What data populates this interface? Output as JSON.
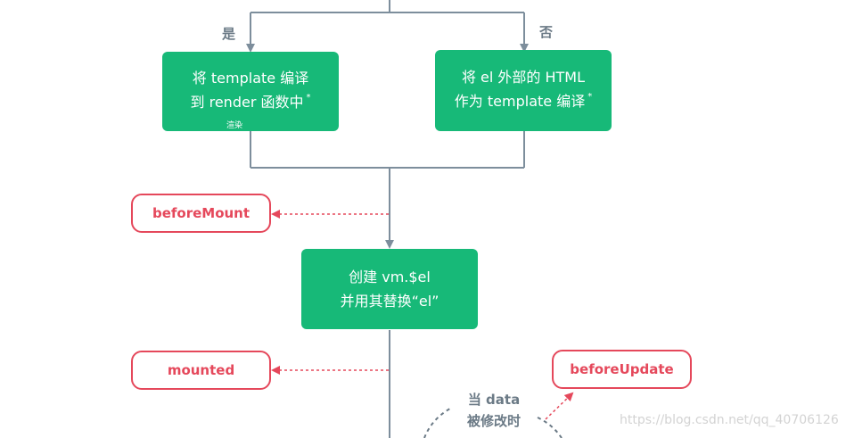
{
  "branches": {
    "yes": "是",
    "no": "否"
  },
  "nodes": {
    "compile_template": {
      "line1": "将 template 编译",
      "line2": "到 render 函数中",
      "star": "*",
      "note": "渲染"
    },
    "compile_outer_html": {
      "line1": "将 el 外部的 HTML",
      "line2": "作为 template 编译",
      "star": "*"
    },
    "create_el": {
      "line1": "创建  vm.$el",
      "line2": "并用其替换“el”"
    }
  },
  "hooks": {
    "before_mount": "beforeMount",
    "mounted": "mounted",
    "before_update": "beforeUpdate"
  },
  "condition": {
    "line1": "当 data",
    "line2": "被修改时"
  },
  "watermark": "https://blog.csdn.net/qq_40706126",
  "colors": {
    "node": "#17b978",
    "hook": "#e5485b",
    "line": "#7d8e9c"
  }
}
